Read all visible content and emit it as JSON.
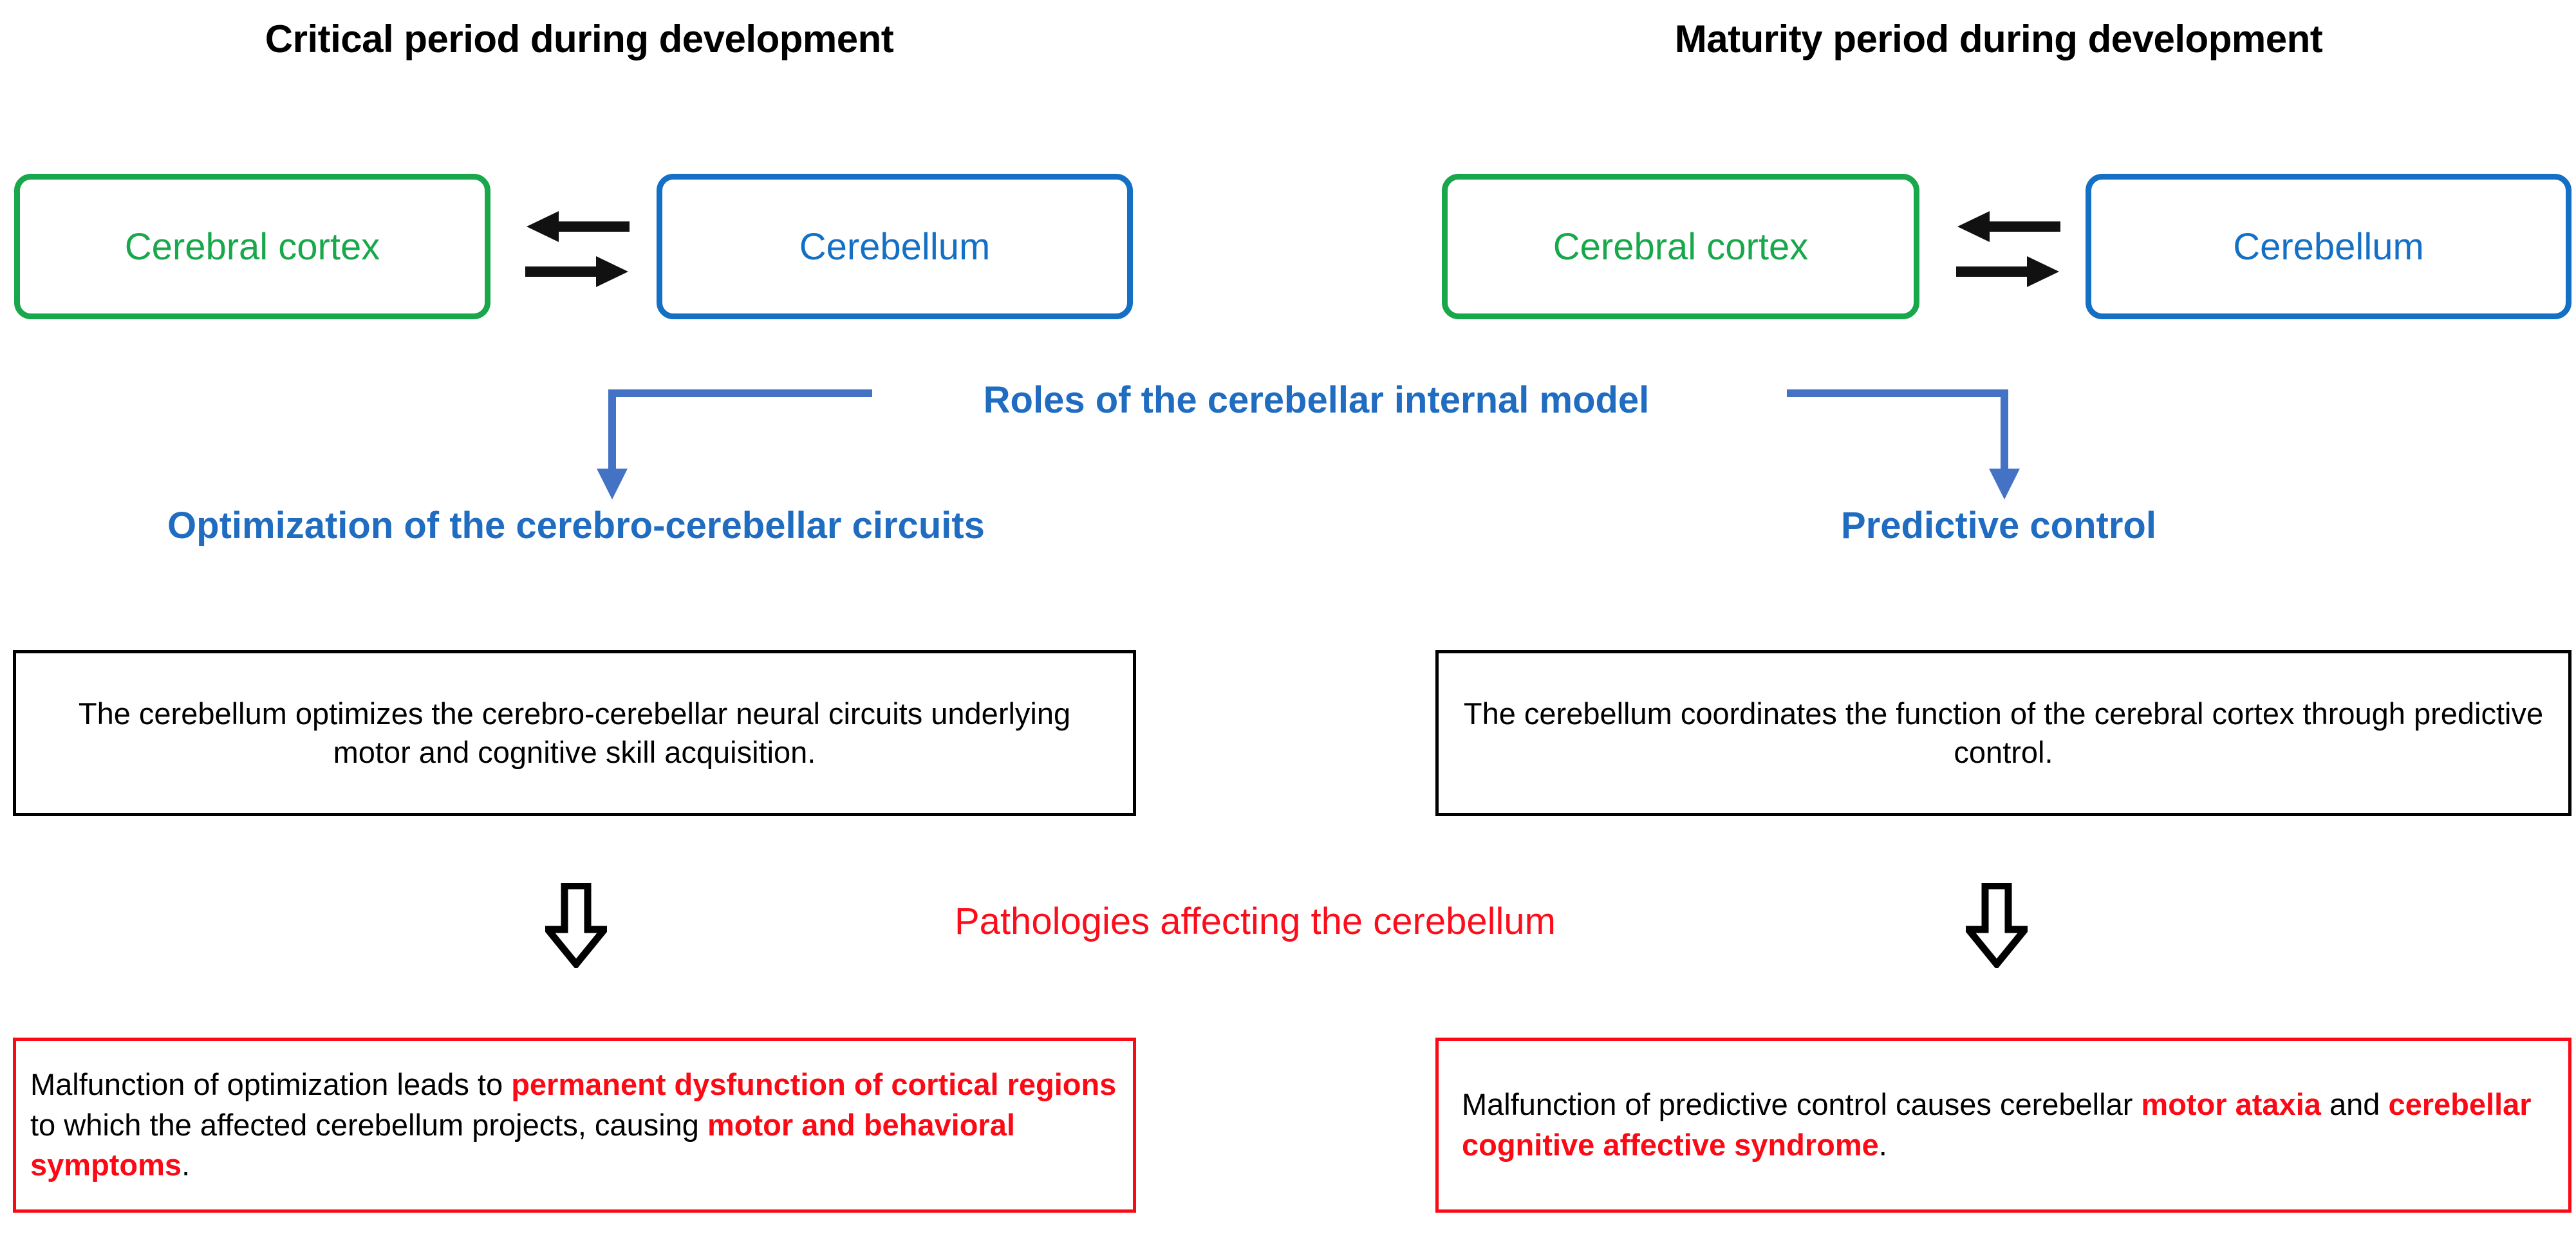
{
  "columns": {
    "left_title": "Critical period during development",
    "right_title": "Maturity period during development"
  },
  "nodes": {
    "cortex_label": "Cerebral cortex",
    "cerebellum_label": "Cerebellum",
    "cortex_color": "#18a84b",
    "cerebellum_color": "#1470c4"
  },
  "roles": {
    "center_label": "Roles of the cerebellar internal model",
    "center_color": "#1f6cc0",
    "left_heading": "Optimization of the cerebro-cerebellar circuits",
    "right_heading": "Predictive control"
  },
  "descriptions": {
    "left": "The cerebellum optimizes the cerebro-cerebellar neural circuits underlying motor and cognitive skill acquisition.",
    "right": "The cerebellum coordinates the function of the cerebral cortex through predictive control."
  },
  "pathologies": {
    "label": "Pathologies affecting the cerebellum",
    "color": "#fc0d1b"
  },
  "outcomes": {
    "left": {
      "p1": "Malfunction of optimization leads to ",
      "hl1": "permanent dysfunction of cortical regions",
      "p2": " to which the affected cerebellum projects, causing ",
      "hl2": "motor and behavioral symptoms",
      "p3": "."
    },
    "right": {
      "p1": "Malfunction of predictive control causes cerebellar ",
      "hl1": "motor ataxia",
      "p2": " and ",
      "hl2": "cerebellar cognitive affective syndrome",
      "p3": "."
    },
    "border_color": "#fb0a16"
  },
  "icons": {
    "arrow_left_name": "arrow-left-icon",
    "arrow_right_name": "arrow-right-icon",
    "elbow_down_name": "elbow-arrow-down-icon",
    "hollow_down_name": "hollow-arrow-down-icon"
  }
}
